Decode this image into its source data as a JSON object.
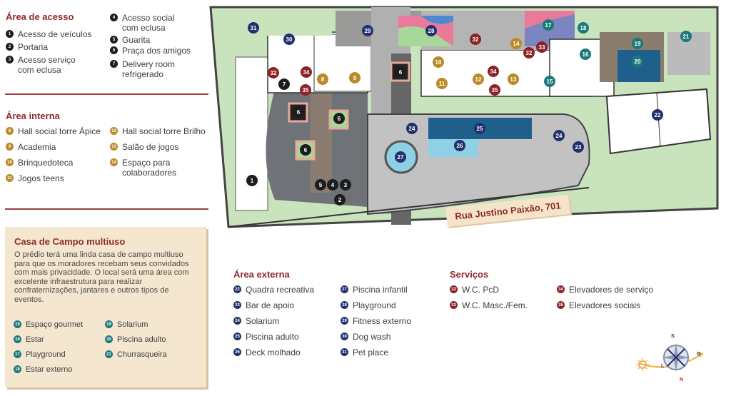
{
  "legend": {
    "acesso": {
      "title": "Área de acesso",
      "items": [
        {
          "num": "1",
          "label": "Acesso de veículos"
        },
        {
          "num": "2",
          "label": "Portaria"
        },
        {
          "num": "3",
          "label": "Acesso serviço com eclusa"
        },
        {
          "num": "4",
          "label": "Acesso social com eclusa"
        },
        {
          "num": "5",
          "label": "Guarita"
        },
        {
          "num": "6",
          "label": "Praça dos amigos"
        },
        {
          "num": "7",
          "label": "Delivery room refrigerado"
        }
      ]
    },
    "interna": {
      "title": "Área interna",
      "items": [
        {
          "num": "8",
          "label": "Hall social torre Ápice"
        },
        {
          "num": "9",
          "label": "Academia"
        },
        {
          "num": "10",
          "label": "Brinquedoteca"
        },
        {
          "num": "11",
          "label": "Jogos teens"
        },
        {
          "num": "12",
          "label": "Hall social torre Brilho"
        },
        {
          "num": "13",
          "label": "Salão de jogos"
        },
        {
          "num": "14",
          "label": "Espaço para colaboradores"
        }
      ]
    },
    "casa": {
      "title": "Casa de Campo multiuso",
      "description": "O prédio terá uma linda casa de campo multiuso para que os moradores recebam seus convidados com mais privacidade. O local será uma área com excelente infraestrutura para realizar confraternizações, jantares e outros tipos de eventos.",
      "items": [
        {
          "num": "15",
          "label": "Espaço gourmet"
        },
        {
          "num": "16",
          "label": "Estar"
        },
        {
          "num": "17",
          "label": "Playground"
        },
        {
          "num": "18",
          "label": "Estar externo"
        },
        {
          "num": "19",
          "label": "Solarium"
        },
        {
          "num": "20",
          "label": "Piscina adulto"
        },
        {
          "num": "21",
          "label": "Churrasqueira"
        }
      ]
    },
    "externa": {
      "title": "Área externa",
      "items": [
        {
          "num": "22",
          "label": "Quadra recreativa"
        },
        {
          "num": "23",
          "label": "Bar de apoio"
        },
        {
          "num": "24",
          "label": "Solarium"
        },
        {
          "num": "25",
          "label": "Piscina adulto"
        },
        {
          "num": "26",
          "label": "Deck molhado"
        },
        {
          "num": "27",
          "label": "Piscina infantil"
        },
        {
          "num": "28",
          "label": "Playground"
        },
        {
          "num": "29",
          "label": "Fitness externo"
        },
        {
          "num": "30",
          "label": "Dog wash"
        },
        {
          "num": "31",
          "label": "Pet place"
        }
      ]
    },
    "servicos": {
      "title": "Serviços",
      "items": [
        {
          "num": "32",
          "label": "W.C. PcD"
        },
        {
          "num": "33",
          "label": "W.C. Masc./Fem."
        },
        {
          "num": "34",
          "label": "Elevadores de serviço"
        },
        {
          "num": "35",
          "label": "Elevadores sociais"
        }
      ]
    }
  },
  "map": {
    "street": "Rua Justino Paixão, 701",
    "compass": {
      "n": "N",
      "s": "S",
      "l": "L",
      "o": "O"
    },
    "markers": {
      "m1": "1",
      "m2": "2",
      "m3": "3",
      "m4": "4",
      "m5": "5",
      "m6a": "6",
      "m6b": "6",
      "m6c": "6",
      "m6d": "6",
      "m7": "7",
      "m8": "8",
      "m9": "9",
      "m10": "10",
      "m11": "11",
      "m12": "12",
      "m13": "13",
      "m14": "14",
      "m15": "15",
      "m16": "16",
      "m17": "17",
      "m18": "18",
      "m19": "19",
      "m20": "20",
      "m21": "21",
      "m22": "22",
      "m23": "23",
      "m24a": "24",
      "m24b": "24",
      "m25": "25",
      "m26": "26",
      "m27": "27",
      "m28": "28",
      "m29": "29",
      "m30": "30",
      "m31": "31",
      "m32a": "32",
      "m32b": "32",
      "m32c": "32",
      "m33": "33",
      "m34a": "34",
      "m34b": "34",
      "m35a": "35",
      "m35b": "35"
    }
  },
  "colors": {
    "title": "#8e2a2e",
    "acesso": "#1d1d1d",
    "interna": "#b88a28",
    "casa": "#1a7a78",
    "externa": "#23306e",
    "servicos": "#8b2226"
  }
}
